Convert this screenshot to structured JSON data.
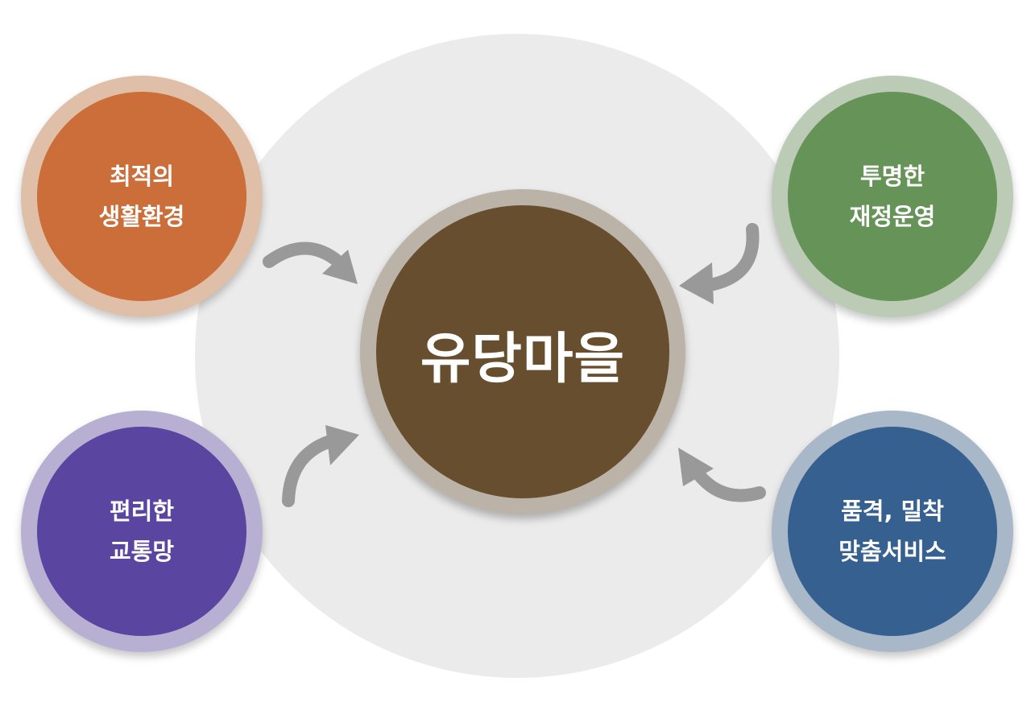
{
  "center": {
    "label": "유당마을",
    "ring_color": "#bcb3a8",
    "core_color": "#674e2e"
  },
  "nodes": [
    {
      "key": "top-left",
      "lines": [
        "최적의",
        "생활환경"
      ],
      "ring_color": "#dfbfa8",
      "core_color": "#cb6e3a"
    },
    {
      "key": "top-right",
      "lines": [
        "투명한",
        "재정운영"
      ],
      "ring_color": "#bccbb6",
      "core_color": "#669458"
    },
    {
      "key": "bottom-left",
      "lines": [
        "편리한",
        "교통망"
      ],
      "ring_color": "#b8b0d2",
      "core_color": "#5a45a0"
    },
    {
      "key": "bottom-right",
      "lines": [
        "품격, 밀착",
        "맞춤서비스"
      ],
      "ring_color": "#a8b8c8",
      "core_color": "#366090"
    }
  ],
  "background_color": "#ebebeb",
  "arrow_color": "#999999"
}
